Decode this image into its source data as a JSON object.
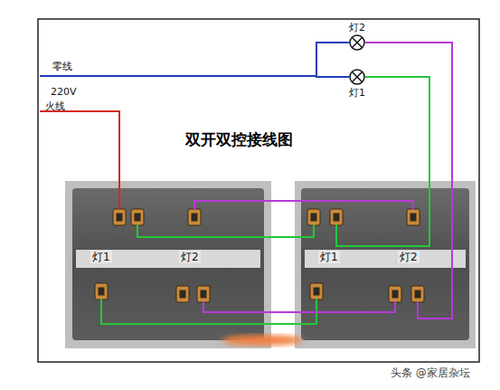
{
  "diagram": {
    "title": "双开双控接线图",
    "nodes": [
      {
        "text": [
          "灯2"
        ]
      },
      {
        "text": [
          "灯1"
        ]
      },
      {
        "text": [
          "灯1",
          "灯2"
        ]
      },
      {
        "text": [
          "灯1",
          "灯2"
        ]
      }
    ],
    "edges": [
      {
        "from": 0,
        "to": 3,
        "arrow": "none"
      },
      {
        "from": 1,
        "to": 3,
        "arrow": "none"
      },
      {
        "from": 2,
        "to": 3,
        "arrow": "none"
      },
      {
        "from": 2,
        "to": 3,
        "arrow": "none"
      },
      {
        "from": 2,
        "to": 3,
        "arrow": "none"
      },
      {
        "from": 2,
        "to": 3,
        "arrow": "none"
      },
      {
        "from": 0,
        "to": 1,
        "arrow": "none"
      }
    ],
    "labels": [
      "零线",
      "220V",
      "火线",
      "头条 @家居杂坛"
    ]
  }
}
